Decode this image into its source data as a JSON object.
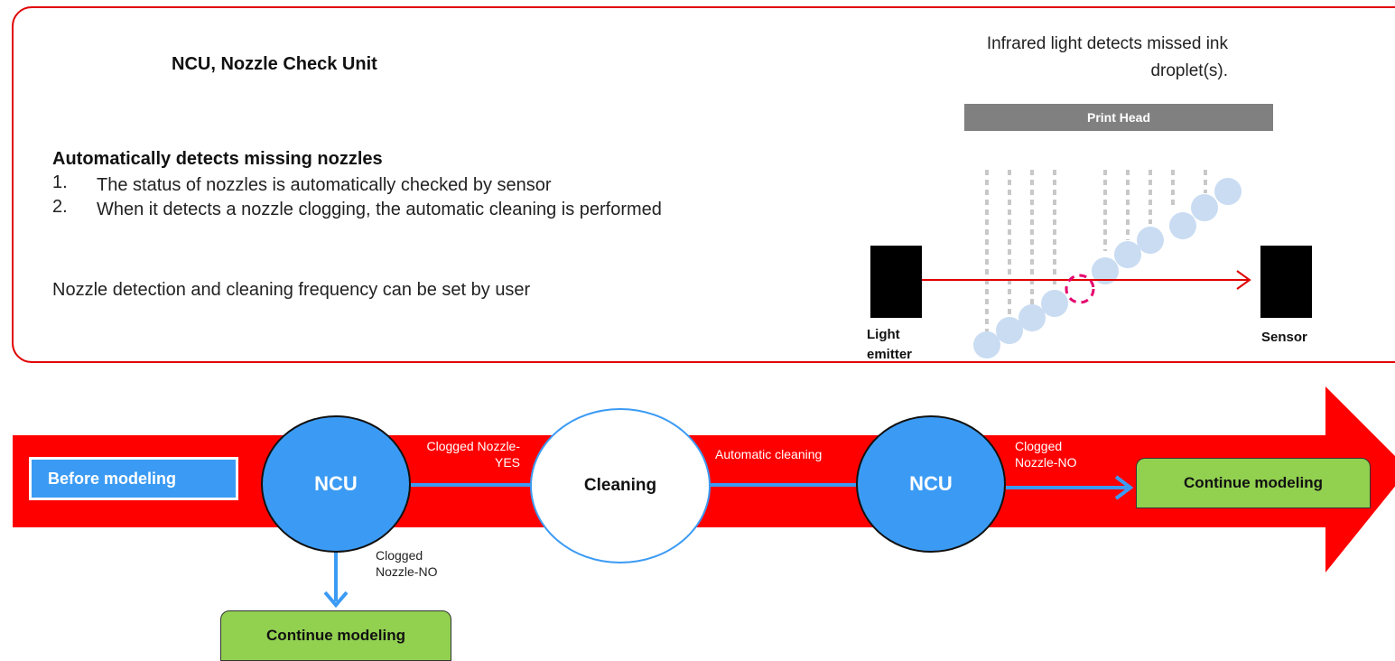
{
  "panel": {
    "title": "NCU, Nozzle Check Unit",
    "subtitle": "Automatically detects missing nozzles",
    "steps": [
      {
        "num": "1.",
        "text": "The status of nozzles is automatically checked by sensor"
      },
      {
        "num": "2.",
        "text": "When it detects a nozzle clogging, the automatic cleaning is performed"
      }
    ],
    "note": "Nozzle detection and cleaning frequency can be set by user"
  },
  "sensor_diagram": {
    "caption": "Infrared light detects missed ink droplet(s).",
    "print_head": "Print Head",
    "emitter_label": "Light emitter",
    "sensor_label": "Sensor"
  },
  "flow": {
    "before": "Before modeling",
    "ncu_1": "NCU",
    "clogged_yes": "Clogged Nozzle-YES",
    "cleaning": "Cleaning",
    "automatic_cleaning": "Automatic cleaning",
    "ncu_2": "NCU",
    "clogged_no_right": "Clogged Nozzle-NO",
    "continue_right": "Continue modeling",
    "clogged_no_down": "Clogged Nozzle-NO",
    "continue_down": "Continue modeling"
  },
  "colors": {
    "red": "#ff0000",
    "panel_border": "#e00000",
    "blue": "#3b9bf4",
    "green": "#92d050",
    "gray": "#808080",
    "droplet": "#c9dcf2",
    "miss": "#e6006e"
  }
}
